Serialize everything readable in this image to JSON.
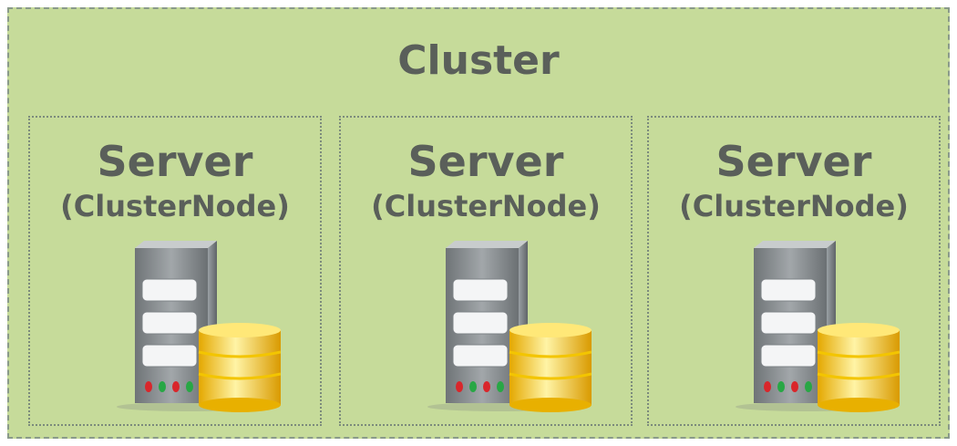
{
  "cluster": {
    "title": "Cluster",
    "nodes": [
      {
        "title": "Server",
        "subtitle": "(ClusterNode)",
        "icon": "server-database-icon"
      },
      {
        "title": "Server",
        "subtitle": "(ClusterNode)",
        "icon": "server-database-icon"
      },
      {
        "title": "Server",
        "subtitle": "(ClusterNode)",
        "icon": "server-database-icon"
      }
    ]
  },
  "colors": {
    "cluster_background": "#c6db9a",
    "text": "#5a5f5a",
    "border": "#8a9a8a",
    "database": "#f2c200"
  }
}
